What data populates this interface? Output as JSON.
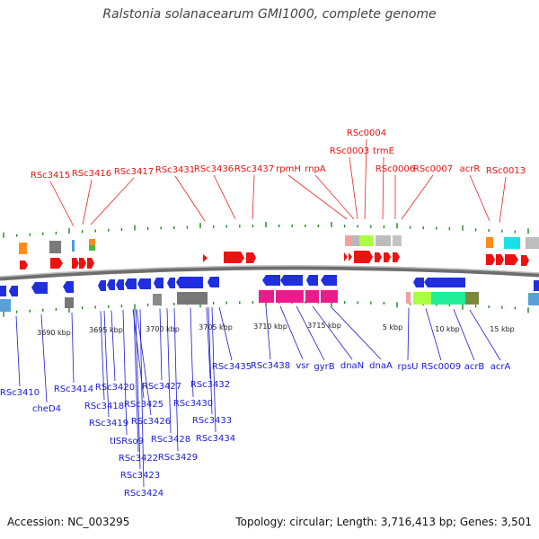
{
  "title": "Ralstonia solanacearum GMI1000, complete genome",
  "footer": {
    "accession": "Accession: NC_003295",
    "summary": "Topology: circular; Length: 3,716,413 bp; Genes: 3,501"
  },
  "colors": {
    "forward": "#ee1111",
    "reverse": "#1f2fe0",
    "backbone": "#808080",
    "ticks": "#1a8a1a"
  },
  "top_labels": [
    "RSc3415",
    "RSc3416",
    "RSc3417",
    "RSc3431",
    "RSc3436",
    "RSc3437",
    "rpmH",
    "rnpA",
    "RSc0003",
    "RSc0004",
    "trmE",
    "RSc0006",
    "RSc0007",
    "acrR",
    "RSc0013"
  ],
  "bottom_labels": [
    "RSc3410",
    "cheD4",
    "RSc3414",
    "RSc3418",
    "RSc3420",
    "RSc3419",
    "tISRso9",
    "RSc3425",
    "RSc3426",
    "RSc3422",
    "RSc3423",
    "RSc3424",
    "RSc3427",
    "RSc3428",
    "RSc3429",
    "RSc3430",
    "RSc3432",
    "RSc3433",
    "RSc3434",
    "RSc3435",
    "RSc3438",
    "vsr",
    "gyrB",
    "dnaN",
    "dnaA",
    "rpsU",
    "RSc0009",
    "acrB",
    "acrA"
  ],
  "tick_labels": [
    "3690 kbp",
    "3695 kbp",
    "3700 kbp",
    "3705 kbp",
    "3710 kbp",
    "3715 kbp",
    "5 kbp",
    "10 kbp",
    "15 kbp"
  ]
}
